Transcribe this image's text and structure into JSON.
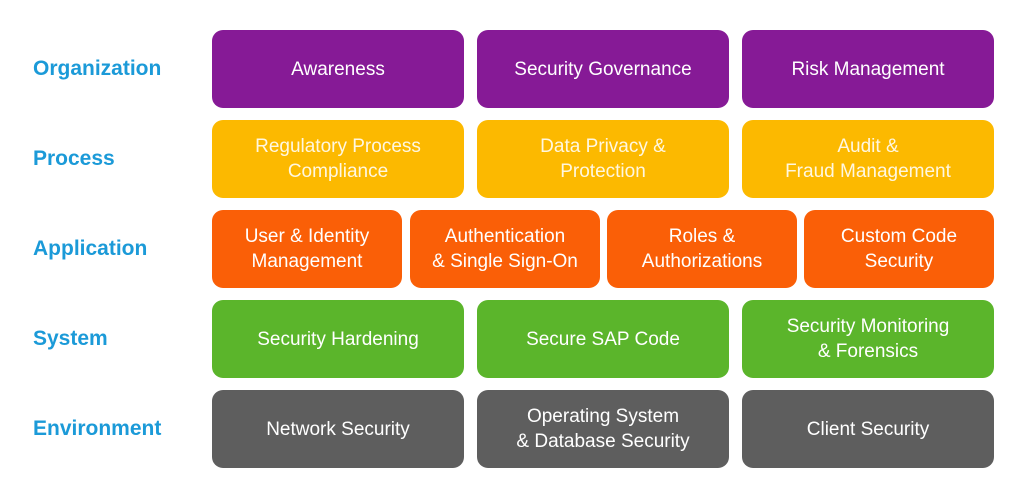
{
  "rows": [
    {
      "label": "Organization",
      "color": "#861a96",
      "items": [
        "Awareness",
        "Security Governance",
        "Risk Management"
      ]
    },
    {
      "label": "Process",
      "color": "#fcb900",
      "items": [
        "Regulatory Process\nCompliance",
        "Data Privacy &\nProtection",
        "Audit &\nFraud Management"
      ]
    },
    {
      "label": "Application",
      "color": "#fa5f07",
      "items": [
        "User & Identity\nManagement",
        "Authentication\n& Single Sign-On",
        "Roles &\nAuthorizations",
        "Custom Code\nSecurity"
      ]
    },
    {
      "label": "System",
      "color": "#5bb52b",
      "items": [
        "Security Hardening",
        "Secure SAP Code",
        "Security Monitoring\n& Forensics"
      ]
    },
    {
      "label": "Environment",
      "color": "#5e5e5e",
      "items": [
        "Network Security",
        "Operating System\n& Database Security",
        "Client Security"
      ]
    }
  ]
}
